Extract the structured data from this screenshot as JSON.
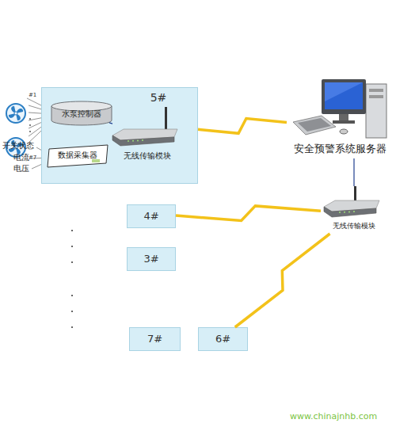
{
  "diagram": {
    "nodes": [
      {
        "text": [
          "5#"
        ]
      },
      {
        "text": [
          "水泵控制器"
        ],
        "in": 0
      },
      {
        "text": [
          "数据采集器"
        ],
        "in": 0
      },
      {
        "text": [
          "无线传输模块"
        ],
        "in": 0
      },
      {
        "text": [
          "4#"
        ]
      },
      {
        "text": [
          "3#"
        ]
      },
      {
        "text": [
          "7#"
        ]
      },
      {
        "text": [
          "6#"
        ]
      },
      {
        "text": [
          "安全预警系统服务器"
        ]
      },
      {
        "text": [
          "无线传输模块"
        ]
      }
    ],
    "edges": [
      {
        "from": 1,
        "to": 3,
        "arrow": "none"
      },
      {
        "from": 2,
        "to": 3,
        "arrow": "none"
      },
      {
        "from": 0,
        "to": 8,
        "arrow": "none"
      },
      {
        "from": 4,
        "to": 9,
        "arrow": "none"
      },
      {
        "from": 7,
        "to": 9,
        "arrow": "none"
      },
      {
        "from": 9,
        "to": 8,
        "arrow": "none"
      }
    ],
    "labels": [
      "#1",
      "#7",
      "开关状态",
      "电流",
      "电压",
      "www.chinajnhb.com"
    ]
  }
}
